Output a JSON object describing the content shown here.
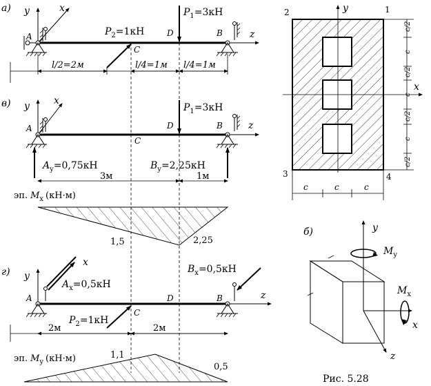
{
  "figure_caption": "Рис.  5.28",
  "panel_a": {
    "label": "а)",
    "axis_y": "y",
    "axis_x": "x",
    "axis_z": "z",
    "point_A": "A",
    "point_B": "B",
    "point_C": "C",
    "point_D": "D",
    "load_p2": "P",
    "load_p2_sub": "2",
    "load_p2_val": "=1кН",
    "load_p1": "P",
    "load_p1_sub": "1",
    "load_p1_val": "=3кН",
    "dim_1": "l/2=2м",
    "dim_2": "l/4=1м",
    "dim_3": "l/4=1м"
  },
  "panel_v": {
    "label": "в)",
    "axis_y": "y",
    "axis_x": "x",
    "axis_z": "z",
    "point_A": "A",
    "point_B": "B",
    "point_C": "C",
    "point_D": "D",
    "load_p1": "P",
    "load_p1_sub": "1",
    "load_p1_val": "=3кН",
    "reaction_a": "A",
    "reaction_a_sub": "y",
    "reaction_a_val": "=0,75кН",
    "reaction_b": "B",
    "reaction_b_sub": "y",
    "reaction_b_val": "=2,25кН",
    "dim_1": "3м",
    "dim_2": "1м",
    "diagram_title_pre": "эп.",
    "diagram_title_m": "M",
    "diagram_title_sub": "x",
    "diagram_title_unit": "(кН·м)",
    "value_1": "1,5",
    "value_2": "2,25"
  },
  "panel_g": {
    "label": "г)",
    "axis_y": "y",
    "axis_x": "x",
    "axis_z": "z",
    "point_A": "A",
    "point_B": "B",
    "point_C": "C",
    "point_D": "D",
    "reaction_a": "A",
    "reaction_a_sub": "x",
    "reaction_a_val": "=0,5кН",
    "reaction_b": "B",
    "reaction_b_sub": "x",
    "reaction_b_val": "=0,5кН",
    "load_p2": "P",
    "load_p2_sub": "2",
    "load_p2_val": "=1кН",
    "dim_1": "2м",
    "dim_2": "2м",
    "diagram_title_pre": "эп.",
    "diagram_title_m": "M",
    "diagram_title_sub": "y",
    "diagram_title_unit": "(кН·м)",
    "value_1": "1,1",
    "value_2": "0,5"
  },
  "section": {
    "axis_y": "y",
    "axis_x": "x",
    "corner_1": "1",
    "corner_2": "2",
    "corner_3": "3",
    "corner_4": "4",
    "dim_c": "c",
    "dim_c_half": "c/2"
  },
  "panel_b": {
    "label": "б)",
    "axis_y": "y",
    "axis_x": "x",
    "axis_z": "z",
    "moment_y": "M",
    "moment_y_sub": "y",
    "moment_x": "M",
    "moment_x_sub": "x"
  }
}
